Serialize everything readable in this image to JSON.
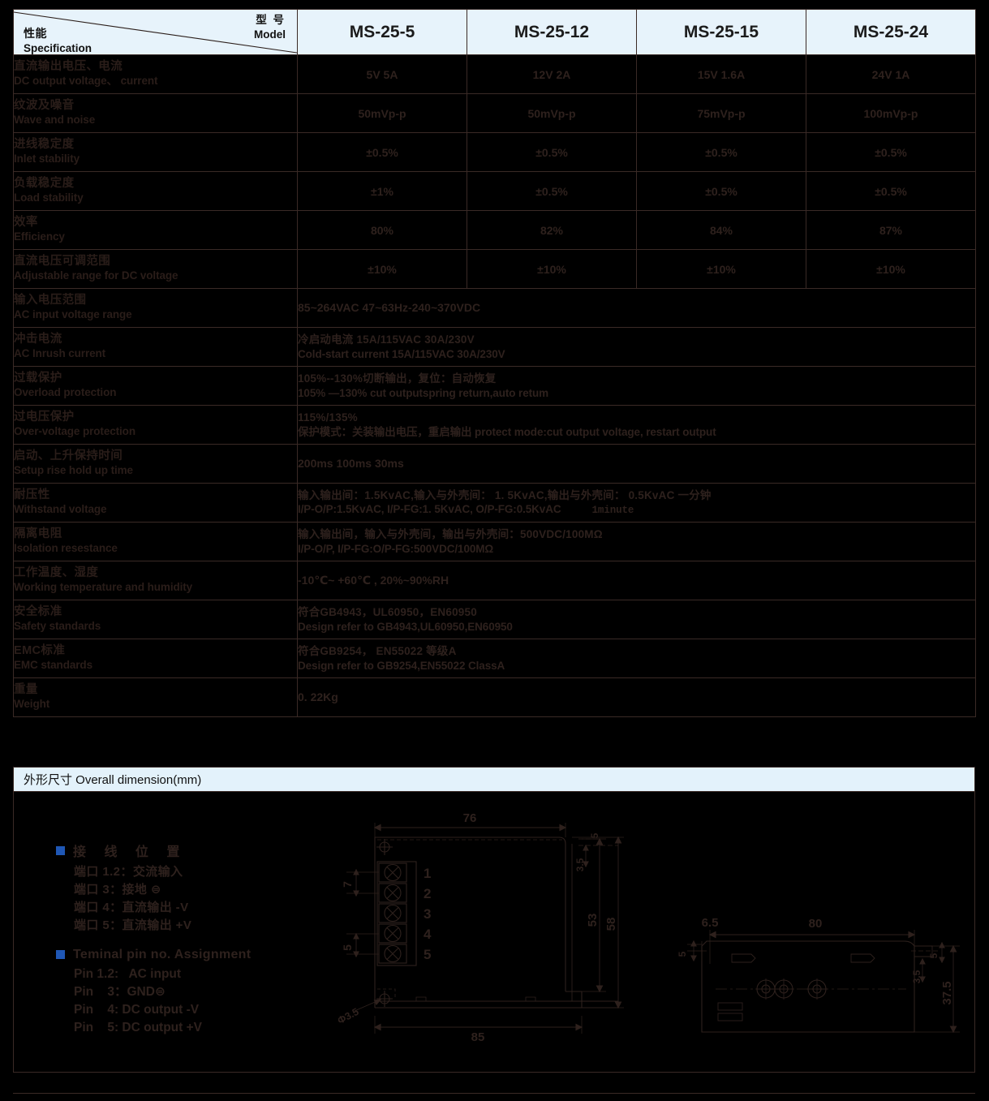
{
  "table": {
    "corner": {
      "spec_cn": "性能",
      "spec_en": "Specification",
      "model_cn": "型 号",
      "model_en": "Model"
    },
    "models": [
      "MS-25-5",
      "MS-25-12",
      "MS-25-15",
      "MS-25-24"
    ],
    "rows": [
      {
        "cn": "直流输出电压、电流",
        "en": "DC output voltage、 current",
        "values": [
          "5V   5A",
          "12V  2A",
          "15V   1.6A",
          "24V   1A"
        ]
      },
      {
        "cn": "纹波及噪音",
        "en": "Wave and noise",
        "values": [
          "50mVp-p",
          "50mVp-p",
          "75mVp-p",
          "100mVp-p"
        ]
      },
      {
        "cn": "进线稳定度",
        "en": "Inlet stability",
        "values": [
          "±0.5%",
          "±0.5%",
          "±0.5%",
          "±0.5%"
        ]
      },
      {
        "cn": "负载稳定度",
        "en": "Load stability",
        "values": [
          "±1%",
          "±0.5%",
          "±0.5%",
          "±0.5%"
        ]
      },
      {
        "cn": "效率",
        "en": "Efficiency",
        "values": [
          "80%",
          "82%",
          "84%",
          "87%"
        ]
      },
      {
        "cn": "直流电压可调范围",
        "en": "Adjustable range for DC voltage",
        "values": [
          "±10%",
          "±10%",
          "±10%",
          "±10%"
        ]
      }
    ],
    "merged_rows": [
      {
        "cn": "输入电压范围",
        "en": "AC input voltage range",
        "lines": [
          "85~264VAC     47~63Hz-240~370VDC"
        ],
        "style": "single"
      },
      {
        "cn": "冲击电流",
        "en": "AC Inrush current",
        "lines": [
          "冷启动电流          15A/115VAC  30A/230V",
          "Cold-start current     15A/115VAC  30A/230V"
        ],
        "style": "pair"
      },
      {
        "cn": "过载保护",
        "en": "Overload protection",
        "lines": [
          "105%--130%切断输出，复位：自动恢复",
          "105% —130%  cut outputspring return,auto retum"
        ],
        "style": "pair"
      },
      {
        "cn": "过电压保护",
        "en": "Over-voltage protection",
        "lines": [
          "115%/135%",
          "保护模式：关装输出电压，重启输出          protect mode:cut output voltage, restart output"
        ],
        "style": "pair"
      },
      {
        "cn": "启动、上升保持时间",
        "en": "Setup rise hold up time",
        "lines": [
          "200ms 100ms  30ms"
        ],
        "style": "single"
      },
      {
        "cn": "耐压性",
        "en": "Withstand voltage",
        "lines": [
          "输入输出间：1.5KvAC,输入与外壳间： 1. 5KvAC,输出与外壳间： 0.5KvAC    一分钟",
          "I/P-O/P:1.5KvAC,  I/P-FG:1. 5KvAC, O/P-FG:0.5KvAC",
          "1minute"
        ],
        "style": "withstand"
      },
      {
        "cn": "隔离电阻",
        "en": "Isolation resestance",
        "lines": [
          "输入输出间，输入与外壳间，输出与外壳间：500VDC/100MΩ",
          "I/P-O/P, I/P-FG:O/P-FG:500VDC/100MΩ"
        ],
        "style": "pair"
      },
      {
        "cn": "工作温度、湿度",
        "en": "Working temperature and humidity",
        "lines": [
          "-10℃~ +60℃ , 20%~90%RH"
        ],
        "style": "single"
      },
      {
        "cn": "安全标准",
        "en": "Safety standards",
        "lines": [
          "符合GB4943，UL60950，EN60950",
          "Design refer to GB4943,UL60950,EN60950"
        ],
        "style": "pair"
      },
      {
        "cn": "EMC标准",
        "en": "EMC standards",
        "lines": [
          "符合GB9254， EN55022 等级A",
          "Design refer to GB9254,EN55022 ClassA"
        ],
        "style": "pair"
      },
      {
        "cn": "重量",
        "en": "Weight",
        "lines": [
          "0. 22Kg"
        ],
        "style": "single"
      }
    ]
  },
  "dimension": {
    "header": "外形尺寸  Overall dimension(mm)",
    "legend": {
      "cn_title": "接 线 位 置",
      "cn_rows": [
        "端口 1.2：交流输入",
        "端口    3：接地  ⊜",
        "端口    4：直流输出 -V",
        "端口    5：直流输出 +V"
      ],
      "en_title": "Teminal pin no. Assignment",
      "en_rows": [
        "Pin 1.2:   AC input",
        "Pin    3：GND⊜",
        "Pin    4: DC output -V",
        "Pin    5: DC output +V"
      ]
    },
    "front_view": {
      "width_top": "76",
      "width_bottom": "85",
      "height_outer": "58",
      "height_inner": "53",
      "notch_top": "5",
      "notch_gap": "3.5",
      "pin_pitch_top": "7",
      "pin_pitch_bottom": "5",
      "hole_dia": "Φ3.5",
      "terminals": [
        "1",
        "2",
        "3",
        "4",
        "5"
      ]
    },
    "side_view": {
      "edge_offset": "6.5",
      "length": "80",
      "height": "37.5",
      "flange": "3.5",
      "tab_left": "5",
      "tab_right": "5"
    }
  },
  "colors": {
    "header_blue": "#e7f3fb",
    "panel_blue": "#e3f2fb",
    "line": "#3a2a26",
    "text": "#2e211d",
    "bullet": "#1f57b5",
    "background": "#000000"
  }
}
